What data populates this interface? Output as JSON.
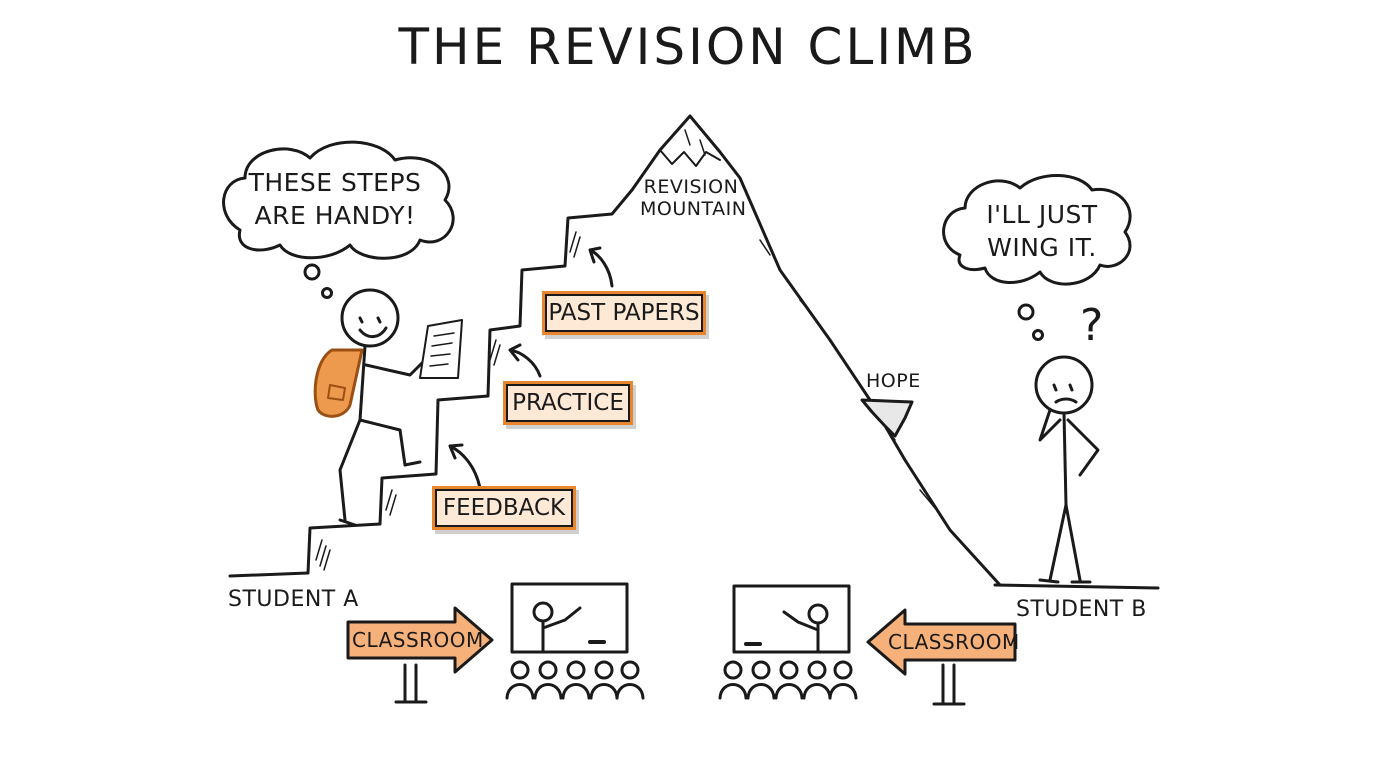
{
  "title": "THE REVISION CLIMB",
  "student_a": {
    "thought_line1": "THESE STEPS",
    "thought_line2": "ARE HANDY!",
    "caption": "STUDENT A"
  },
  "student_b": {
    "thought_line1": "I'LL JUST",
    "thought_line2": "WING IT.",
    "caption": "STUDENT B",
    "question_mark": "?"
  },
  "mountain": {
    "label_line1": "REVISION",
    "label_line2": "MOUNTAIN",
    "ledge_label": "HOPE"
  },
  "steps": {
    "feedback": "FEEDBACK",
    "practice": "PRACTICE",
    "past_papers": "PAST PAPERS"
  },
  "signs": {
    "left": "CLASSROOM",
    "right": "CLASSROOM"
  },
  "colors": {
    "accent_orange": "#e8862e",
    "label_fill": "#fde9d6",
    "sign_fill": "#f6b07a",
    "ink": "#1a1a1a"
  }
}
